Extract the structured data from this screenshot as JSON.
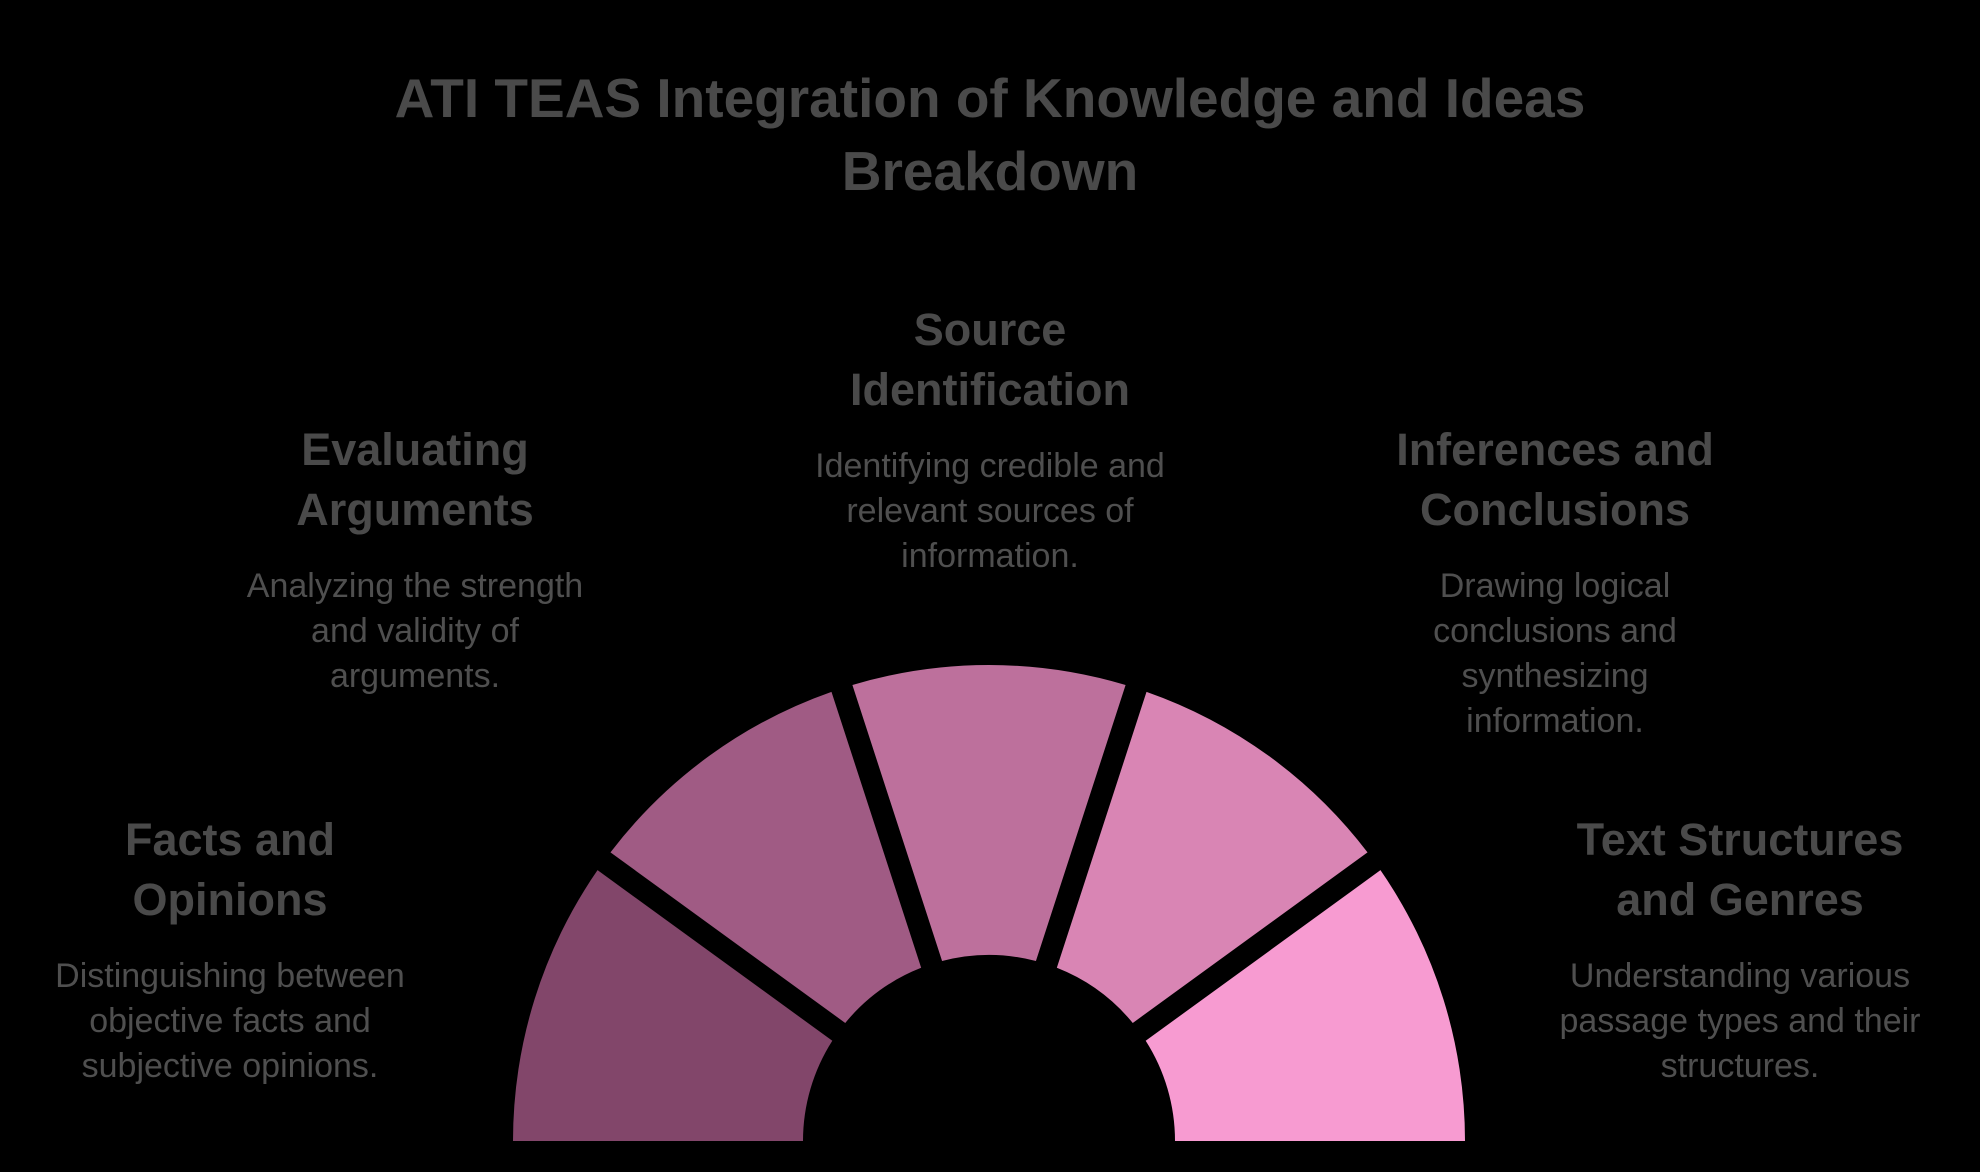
{
  "title": {
    "line1": "ATI TEAS Integration of Knowledge and Ideas",
    "line2": "Breakdown"
  },
  "colors": {
    "background": "#000000",
    "text": "#4a4a4a",
    "segment_1": "#82466a",
    "segment_2": "#a05b84",
    "segment_3": "#bd709c",
    "segment_4": "#d985b4",
    "segment_5": "#f79bd1"
  },
  "segments": [
    {
      "heading_line1": "Facts and",
      "heading_line2": "Opinions",
      "desc_line1": "Distinguishing between",
      "desc_line2": "objective facts and",
      "desc_line3": "subjective opinions."
    },
    {
      "heading_line1": "Evaluating",
      "heading_line2": "Arguments",
      "desc_line1": "Analyzing the strength",
      "desc_line2": "and validity of",
      "desc_line3": "arguments."
    },
    {
      "heading_line1": "Source",
      "heading_line2": "Identification",
      "desc_line1": "Identifying credible and",
      "desc_line2": "relevant sources of",
      "desc_line3": "information."
    },
    {
      "heading_line1": "Inferences and",
      "heading_line2": "Conclusions",
      "desc_line1": "Drawing logical",
      "desc_line2": "conclusions and",
      "desc_line3": "synthesizing",
      "desc_line4": "information."
    },
    {
      "heading_line1": "Text Structures",
      "heading_line2": "and Genres",
      "desc_line1": "Understanding various",
      "desc_line2": "passage types and their",
      "desc_line3": "structures."
    }
  ]
}
